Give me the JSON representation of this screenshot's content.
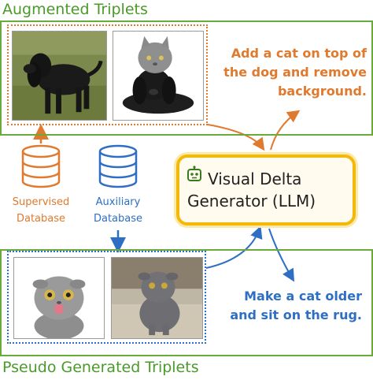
{
  "augmented": {
    "title": "Augmented Triplets",
    "instruction": "Add a cat on top of\nthe dog and remove\nbackground.",
    "images": [
      "black-dog-photo",
      "cat-on-dog-photo"
    ]
  },
  "pseudo": {
    "title": "Pseudo Generated Triplets",
    "instruction": "Make a cat older\nand sit on the rug.",
    "images": [
      "kitten-photo",
      "cat-on-rug-photo"
    ]
  },
  "databases": {
    "supervised": {
      "label": "Supervised\nDatabase",
      "color": "#e07a2e"
    },
    "auxiliary": {
      "label": "Auxiliary\nDatabase",
      "color": "#2e6fc4"
    }
  },
  "generator": {
    "label": "Visual Delta\nGenerator (LLM)",
    "icon": "robot-icon",
    "border_color": "#f2b90c"
  },
  "colors": {
    "green": "#6aaa3a",
    "orange": "#e07a2e",
    "blue": "#2e6fc4"
  }
}
